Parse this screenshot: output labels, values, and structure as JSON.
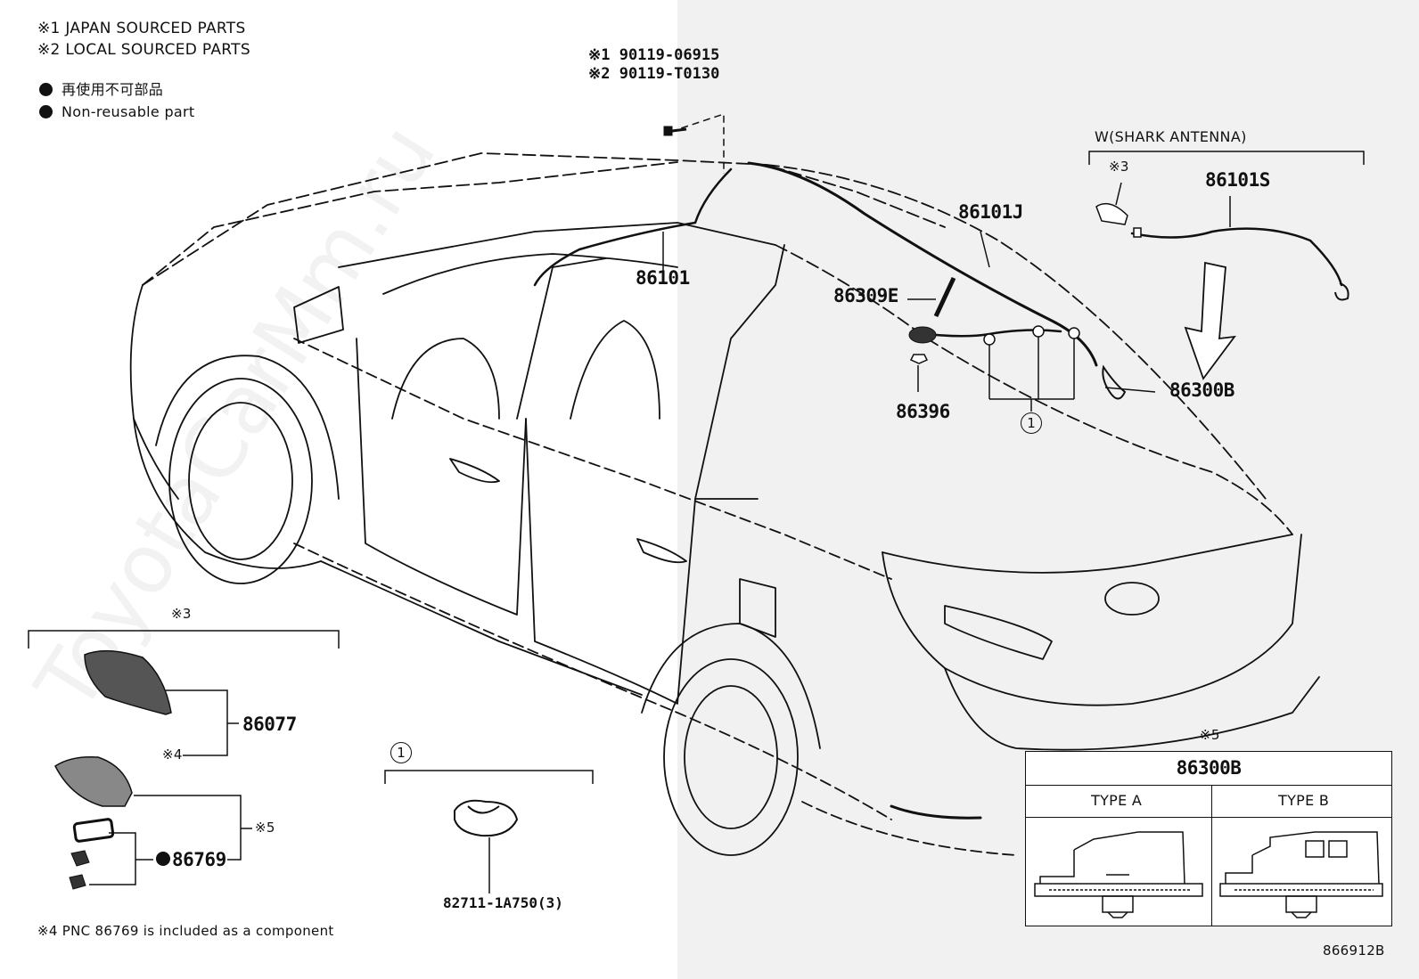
{
  "notes": {
    "japan": "※1 JAPAN SOURCED PARTS",
    "local": "※2 LOCAL SOURCED PARTS",
    "nonreusable_jp": "再使用不可部品",
    "nonreusable_en": "Non-reusable part",
    "footnote4": "※4 PNC 86769 is included as a component"
  },
  "bolt": {
    "ref1": "※1 90119-06915",
    "ref2": "※2 90119-T0130"
  },
  "shark": {
    "header": "W(SHARK ANTENNA)",
    "mark": "※3",
    "part": "86101S"
  },
  "parts": {
    "p86101": "86101",
    "p86101J": "86101J",
    "p86309E": "86309E",
    "p86396": "86396",
    "p86300B": "86300B",
    "circle1": "1"
  },
  "inset_shark": {
    "mark": "※3",
    "p86077": "86077",
    "mark4": "※4",
    "mark5": "※5",
    "p86769": "86769"
  },
  "inset_clip": {
    "circle": "1",
    "part": "82711-1A750(3)"
  },
  "inset_types": {
    "mark": "※5",
    "title": "86300B",
    "type_a": "TYPE A",
    "type_b": "TYPE B"
  },
  "figure_id": "866912B",
  "watermark": "ToyotaCarMm.ru"
}
